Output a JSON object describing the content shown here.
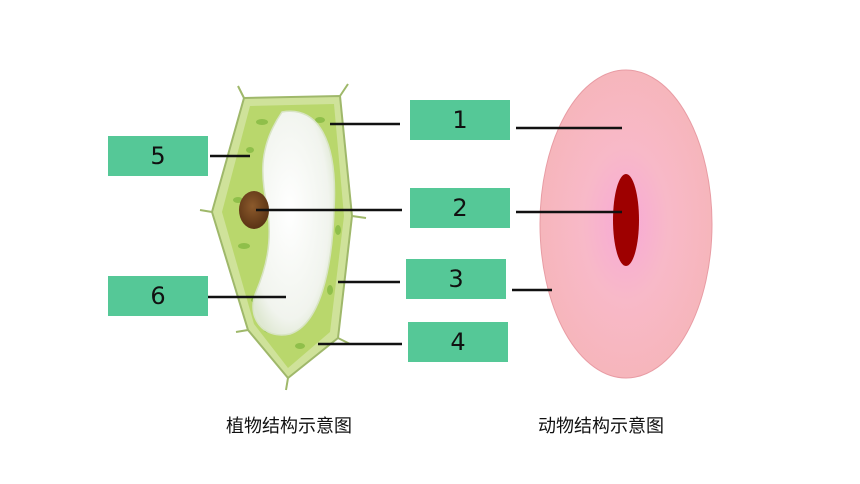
{
  "plant_cell": {
    "caption": "植物结构示意图"
  },
  "animal_cell": {
    "caption": "动物结构示意图"
  },
  "labels": {
    "l1": "1",
    "l2": "2",
    "l3": "3",
    "l4": "4",
    "l5": "5",
    "l6": "6"
  },
  "colors": {
    "label_fill": "#55c897",
    "plant_cytoplasm": "#b7d96b",
    "plant_wall": "#cfe29a",
    "plant_vacuole": "#f4f6f2",
    "plant_nucleus": "#7a4a22",
    "animal_cell": "#f7b7bd",
    "animal_nucleus": "#9e0000",
    "leader_line": "#111111"
  }
}
